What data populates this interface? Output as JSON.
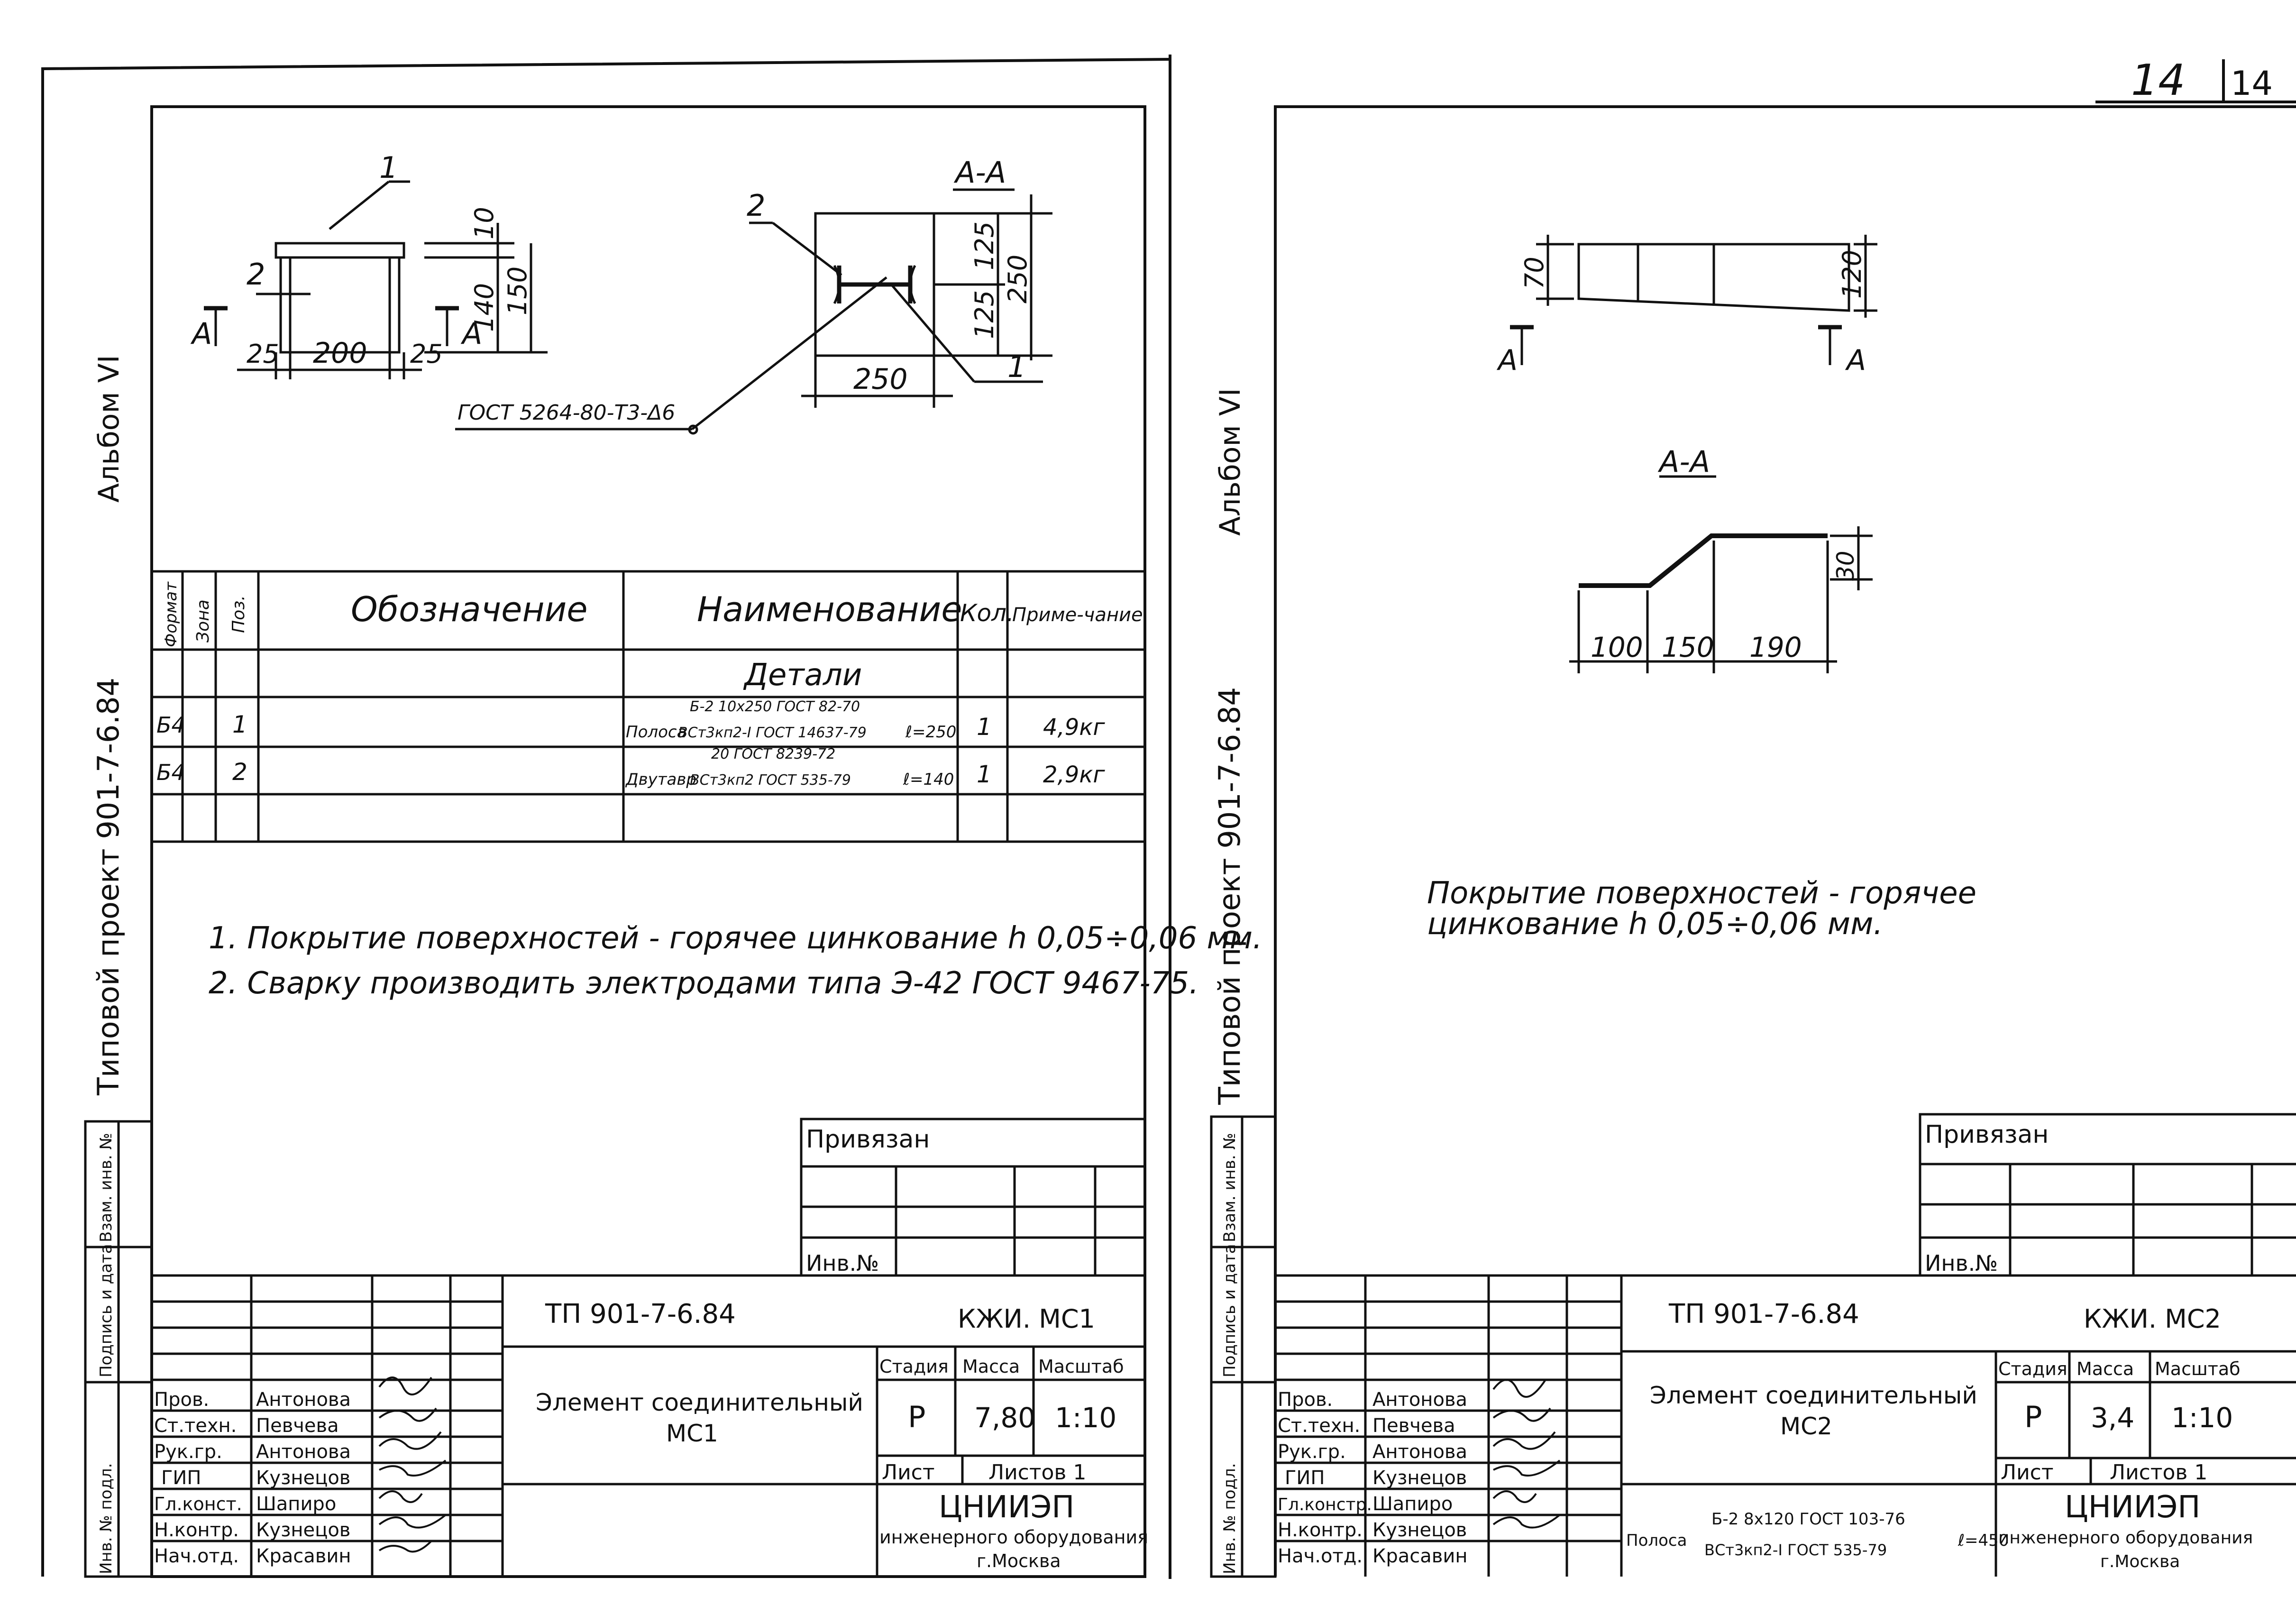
{
  "page_number": "14",
  "page_number_next": "14",
  "left_sheet": {
    "album": "Альбом VI",
    "project": "Типовой проект 901-7-6.84",
    "side_stamp": [
      "Инв. № подл.",
      "Подпись и дата",
      "Взам. инв. №"
    ],
    "drawing": {
      "pos1": "1",
      "pos2": "2",
      "dim_10": "10",
      "dim_140": "140",
      "dim_150": "150",
      "dim_25a": "25",
      "dim_200": "200",
      "dim_25b": "25",
      "cut_label": "А",
      "weld": "ГОСТ 5264-80-Т3-Δ6",
      "section_title": "А-А",
      "sec_pos2": "2",
      "sec_pos1": "1",
      "dim_125a": "125",
      "dim_125b": "125",
      "dim_250v": "250",
      "dim_250h": "250"
    },
    "spec": {
      "headers": [
        "Формат",
        "Зона",
        "Поз.",
        "Обозначение",
        "Наименование",
        "Кол.",
        "Приме-чание"
      ],
      "section": "Детали",
      "rows": [
        {
          "format": "Б4",
          "pos": "1",
          "name_prefix": "Полоса",
          "name_top": "Б-2 10x250 ГОСТ 82-70",
          "name_bottom": "ВСт3кп2-I ГОСТ 14637-79",
          "length": "ℓ=250",
          "qty": "1",
          "note": "4,9кг"
        },
        {
          "format": "Б4",
          "pos": "2",
          "name_prefix": "Двутавр",
          "name_top": "20 ГОСТ 8239-72",
          "name_bottom": "ВСт3кп2 ГОСТ 535-79",
          "length": "ℓ=140",
          "qty": "1",
          "note": "2,9кг"
        }
      ]
    },
    "notes": [
      "1. Покрытие поверхностей - горячее цинкование h 0,05÷0,06 мм.",
      "2. Сварку производить электродами типа Э-42 ГОСТ 9467-75."
    ],
    "privyazan": "Привязан",
    "inv_no": "Инв.№",
    "title_block": {
      "code": "ТП 901-7-6.84",
      "mark": "КЖИ. МС1",
      "title_line1": "Элемент соединительный",
      "title_line2": "МС1",
      "col_headers": [
        "Стадия",
        "Масса",
        "Масштаб"
      ],
      "stage": "Р",
      "mass": "7,80",
      "scale": "1:10",
      "sheet": "Лист",
      "sheets": "Листов 1",
      "org_name": "ЦНИИЭП",
      "org_sub": "инженерного оборудования",
      "org_city": "г.Москва",
      "staff": [
        {
          "role": "Пров.",
          "name": "Антонова"
        },
        {
          "role": "Ст.техн.",
          "name": "Певчева"
        },
        {
          "role": "Рук.гр.",
          "name": "Антонова"
        },
        {
          "role": "ГИП",
          "name": "Кузнецов"
        },
        {
          "role": "Гл.конст.",
          "name": "Шапиро"
        },
        {
          "role": "Н.контр.",
          "name": "Кузнецов"
        },
        {
          "role": "Нач.отд.",
          "name": "Красавин"
        }
      ]
    }
  },
  "right_sheet": {
    "album": "Альбом VI",
    "project": "Типовой проект 901-7-6.84",
    "side_stamp": [
      "Инв. № подл.",
      "Подпись и дата",
      "Взам. инв. №"
    ],
    "drawing": {
      "dim_70": "70",
      "dim_120": "120",
      "cut_label": "А",
      "section_title": "А-А",
      "dim_30": "30",
      "dim_100": "100",
      "dim_150": "150",
      "dim_190": "190"
    },
    "notes": [
      "Покрытие поверхностей - горячее",
      "цинкование h 0,05÷0,06 мм."
    ],
    "privyazan": "Привязан",
    "inv_no": "Инв.№",
    "title_block": {
      "code": "ТП 901-7-6.84",
      "mark": "КЖИ. МС2",
      "title_line1": "Элемент соединительный",
      "title_line2": "МС2",
      "col_headers": [
        "Стадия",
        "Масса",
        "Масштаб"
      ],
      "stage": "Р",
      "mass": "3,4",
      "scale": "1:10",
      "sheet": "Лист",
      "sheets": "Листов 1",
      "org_name": "ЦНИИЭП",
      "org_sub": "инженерного оборудования",
      "org_city": "г.Москва",
      "part_prefix": "Полоса",
      "part_top": "Б-2 8x120 ГОСТ 103-76",
      "part_bottom": "ВСт3кп2-I ГОСТ 535-79",
      "part_length": "ℓ=450",
      "staff": [
        {
          "role": "Пров.",
          "name": "Антонова"
        },
        {
          "role": "Ст.техн.",
          "name": "Певчева"
        },
        {
          "role": "Рук.гр.",
          "name": "Антонова"
        },
        {
          "role": "ГИП",
          "name": "Кузнецов"
        },
        {
          "role": "Гл.констр.",
          "name": "Шапиро"
        },
        {
          "role": "Н.контр.",
          "name": "Кузнецов"
        },
        {
          "role": "Нач.отд.",
          "name": "Красавин"
        }
      ]
    }
  }
}
